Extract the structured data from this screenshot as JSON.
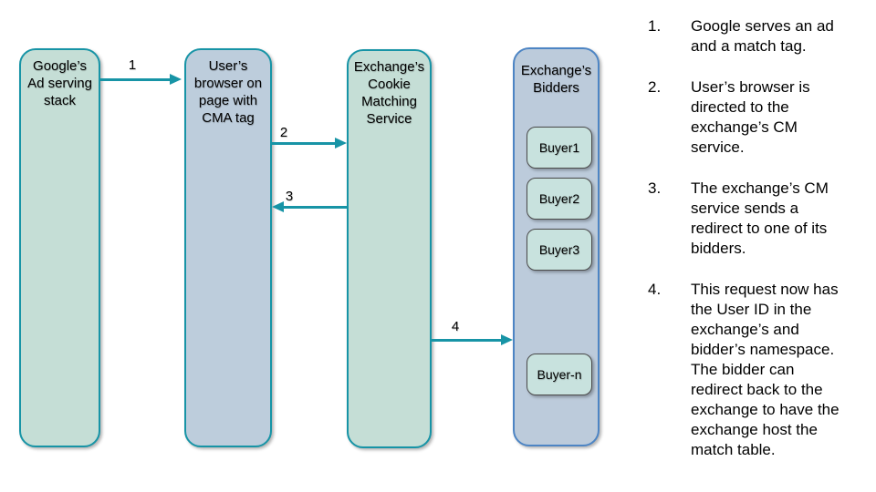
{
  "diagram": {
    "colors": {
      "teal_accent": "#1794A6",
      "green_node_fill": "#C5DED6",
      "bluegray_node_fill": "#BDCDDC",
      "bidders_fill": "#BCCBDB",
      "bidders_border": "#4D85C4",
      "buyer_fill": "#C8E2DE",
      "buyer_border": "#4A4A4A",
      "text": "#000000"
    },
    "nodes": {
      "google_stack": {
        "label": "Google’s\nAd serving\nstack"
      },
      "user_browser": {
        "label": "User’s\nbrowser on\npage with\nCMA tag"
      },
      "cm_service": {
        "label": "Exchange’s\nCookie\nMatching\nService"
      },
      "bidders": {
        "label": "Exchange’s\nBidders"
      }
    },
    "buyers": [
      {
        "label": "Buyer1"
      },
      {
        "label": "Buyer2"
      },
      {
        "label": "Buyer3"
      },
      {
        "label": "Buyer-n"
      }
    ],
    "arrows": [
      {
        "label": "1",
        "from": "google_stack",
        "to": "user_browser",
        "direction": "right"
      },
      {
        "label": "2",
        "from": "user_browser",
        "to": "cm_service",
        "direction": "right"
      },
      {
        "label": "3",
        "from": "cm_service",
        "to": "user_browser",
        "direction": "left"
      },
      {
        "label": "4",
        "from": "cm_service",
        "to": "bidders",
        "direction": "right"
      }
    ]
  },
  "steps": [
    {
      "num": "1.",
      "text": "Google serves an ad\nand a match tag."
    },
    {
      "num": "2.",
      "text": "User’s browser is\ndirected to the\nexchange’s CM\nservice."
    },
    {
      "num": "3.",
      "text": "The exchange’s CM\nservice sends a\nredirect to one of its\nbidders."
    },
    {
      "num": "4.",
      "text": "This request now has\nthe User ID in the\nexchange’s and\nbidder’s namespace.\nThe bidder can\nredirect back to the\nexchange to have the\nexchange host the\nmatch table."
    }
  ]
}
